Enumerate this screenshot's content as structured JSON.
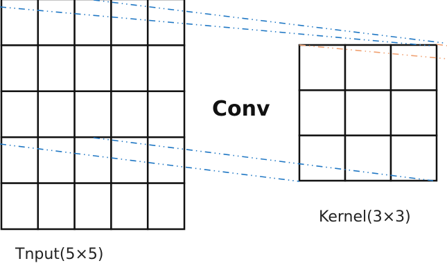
{
  "diagram": {
    "operation_label": "Conv",
    "input": {
      "label": "Tnput(5×5)",
      "rows": 5,
      "cols": 5
    },
    "kernel": {
      "label": "Kernel(3×3)",
      "rows": 3,
      "cols": 3
    },
    "colors": {
      "grid": "#111111",
      "projection_lines": "#1f77c4",
      "kernel_edge_lines": "#f0a070"
    }
  }
}
